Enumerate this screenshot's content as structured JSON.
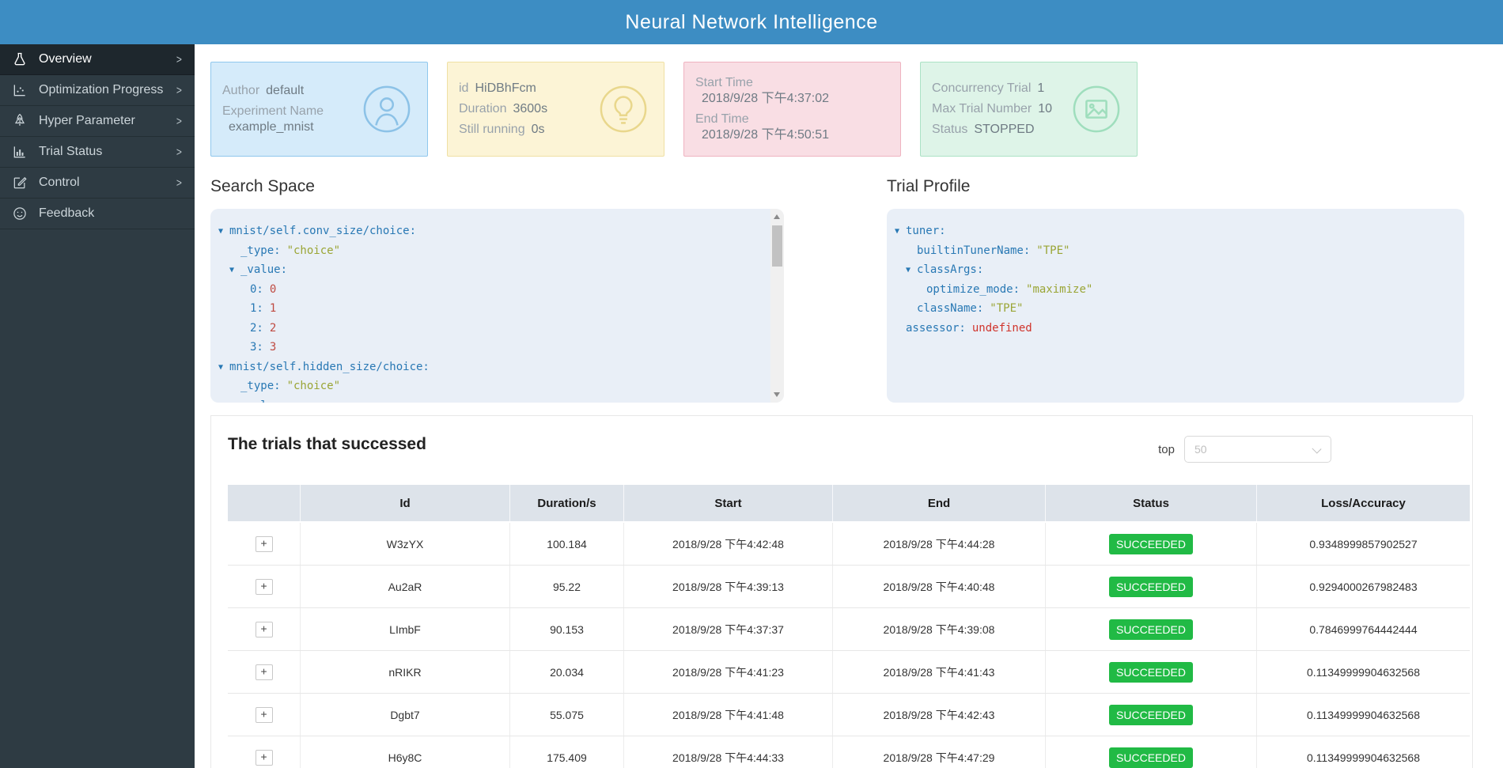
{
  "header": {
    "title": "Neural Network Intelligence"
  },
  "sidebar": {
    "chevron_glyph": ">",
    "items": [
      {
        "label": "Overview",
        "icon": "flask-icon",
        "active": true,
        "chevron": true
      },
      {
        "label": "Optimization Progress",
        "icon": "scatter-chart-icon",
        "active": false,
        "chevron": true
      },
      {
        "label": "Hyper Parameter",
        "icon": "rocket-icon",
        "active": false,
        "chevron": true
      },
      {
        "label": "Trial Status",
        "icon": "bar-chart-icon",
        "active": false,
        "chevron": true
      },
      {
        "label": "Control",
        "icon": "edit-icon",
        "active": false,
        "chevron": true
      },
      {
        "label": "Feedback",
        "icon": "smiley-icon",
        "active": false,
        "chevron": false
      }
    ]
  },
  "cards": [
    {
      "name": "author-card",
      "theme": "blue",
      "icon": "person-icon",
      "lines": [
        {
          "label": "Author",
          "value": "default",
          "value_on_new_line": false
        },
        {
          "label": "Experiment Name",
          "value": "example_mnist",
          "value_on_new_line": true
        }
      ]
    },
    {
      "name": "id-card",
      "theme": "yellow",
      "icon": "bulb-icon",
      "lines": [
        {
          "label": "id",
          "value": "HiDBhFcm",
          "value_on_new_line": false
        },
        {
          "label": "Duration",
          "value": "3600s",
          "value_on_new_line": false
        },
        {
          "label": "Still running",
          "value": "0s",
          "value_on_new_line": false
        }
      ]
    },
    {
      "name": "time-card",
      "theme": "pink",
      "icon": null,
      "lines": [
        {
          "label": "Start Time",
          "value": "2018/9/28 下午4:37:02",
          "value_on_new_line": true
        },
        {
          "label": "End Time",
          "value": "2018/9/28 下午4:50:51",
          "value_on_new_line": true
        }
      ]
    },
    {
      "name": "trial-config-card",
      "theme": "green",
      "icon": "image-icon",
      "lines": [
        {
          "label": "Concurrency Trial",
          "value": "1",
          "value_on_new_line": false
        },
        {
          "label": "Max Trial Number",
          "value": "10",
          "value_on_new_line": false
        },
        {
          "label": "Status",
          "value": "STOPPED",
          "value_on_new_line": false
        }
      ]
    }
  ],
  "json_tree": {
    "arrow_glyph": "▼"
  },
  "search_space": {
    "title": "Search Space",
    "lines": [
      {
        "indent": 10,
        "arrow": true,
        "key": "mnist/self.conv_size/choice:",
        "value": "",
        "vtype": ""
      },
      {
        "indent": 38,
        "arrow": false,
        "key": "_type:",
        "value": "\"choice\"",
        "vtype": "string"
      },
      {
        "indent": 24,
        "arrow": true,
        "key": "_value:",
        "value": "",
        "vtype": ""
      },
      {
        "indent": 50,
        "arrow": false,
        "key": "0:",
        "value": "0",
        "vtype": "number"
      },
      {
        "indent": 50,
        "arrow": false,
        "key": "1:",
        "value": "1",
        "vtype": "number"
      },
      {
        "indent": 50,
        "arrow": false,
        "key": "2:",
        "value": "2",
        "vtype": "number"
      },
      {
        "indent": 50,
        "arrow": false,
        "key": "3:",
        "value": "3",
        "vtype": "number"
      },
      {
        "indent": 10,
        "arrow": true,
        "key": "mnist/self.hidden_size/choice:",
        "value": "",
        "vtype": ""
      },
      {
        "indent": 38,
        "arrow": false,
        "key": "_type:",
        "value": "\"choice\"",
        "vtype": "string"
      },
      {
        "indent": 24,
        "arrow": true,
        "key": "_value:",
        "value": "",
        "vtype": ""
      }
    ]
  },
  "trial_profile": {
    "title": "Trial Profile",
    "lines": [
      {
        "indent": 10,
        "arrow": true,
        "key": "tuner:",
        "value": "",
        "vtype": ""
      },
      {
        "indent": 38,
        "arrow": false,
        "key": "builtinTunerName:",
        "value": "\"TPE\"",
        "vtype": "string"
      },
      {
        "indent": 24,
        "arrow": true,
        "key": "classArgs:",
        "value": "",
        "vtype": ""
      },
      {
        "indent": 50,
        "arrow": false,
        "key": "optimize_mode:",
        "value": "\"maximize\"",
        "vtype": "string"
      },
      {
        "indent": 38,
        "arrow": false,
        "key": "className:",
        "value": "\"TPE\"",
        "vtype": "string"
      },
      {
        "indent": 24,
        "arrow": false,
        "key": "assessor:",
        "value": "undefined",
        "vtype": "undefined"
      }
    ]
  },
  "trials_table": {
    "title": "The trials that successed",
    "top_label": "top",
    "top_value": "50",
    "expand_symbol": "+",
    "columns": [
      "",
      "Id",
      "Duration/s",
      "Start",
      "End",
      "Status",
      "Loss/Accuracy"
    ],
    "rows": [
      {
        "id": "W3zYX",
        "duration": "100.184",
        "start": "2018/9/28 下午4:42:48",
        "end": "2018/9/28 下午4:44:28",
        "status": "SUCCEEDED",
        "loss_accuracy": "0.9348999857902527"
      },
      {
        "id": "Au2aR",
        "duration": "95.22",
        "start": "2018/9/28 下午4:39:13",
        "end": "2018/9/28 下午4:40:48",
        "status": "SUCCEEDED",
        "loss_accuracy": "0.9294000267982483"
      },
      {
        "id": "LImbF",
        "duration": "90.153",
        "start": "2018/9/28 下午4:37:37",
        "end": "2018/9/28 下午4:39:08",
        "status": "SUCCEEDED",
        "loss_accuracy": "0.7846999764442444"
      },
      {
        "id": "nRIKR",
        "duration": "20.034",
        "start": "2018/9/28 下午4:41:23",
        "end": "2018/9/28 下午4:41:43",
        "status": "SUCCEEDED",
        "loss_accuracy": "0.11349999904632568"
      },
      {
        "id": "Dgbt7",
        "duration": "55.075",
        "start": "2018/9/28 下午4:41:48",
        "end": "2018/9/28 下午4:42:43",
        "status": "SUCCEEDED",
        "loss_accuracy": "0.11349999904632568"
      },
      {
        "id": "H6y8C",
        "duration": "175.409",
        "start": "2018/9/28 下午4:44:33",
        "end": "2018/9/28 下午4:47:29",
        "status": "SUCCEEDED",
        "loss_accuracy": "0.11349999904632568"
      }
    ]
  },
  "colors": {
    "header_bg": "#3d8dc3",
    "sidebar_bg": "#2e3b43",
    "panel_bg": "#e9eff7",
    "table_header_bg": "#dde3ea",
    "succeeded_badge": "#21ba45",
    "json_key": "#2878b4",
    "json_string": "#9aa535",
    "json_number": "#bf4a41",
    "json_undefined": "#d0342c"
  }
}
